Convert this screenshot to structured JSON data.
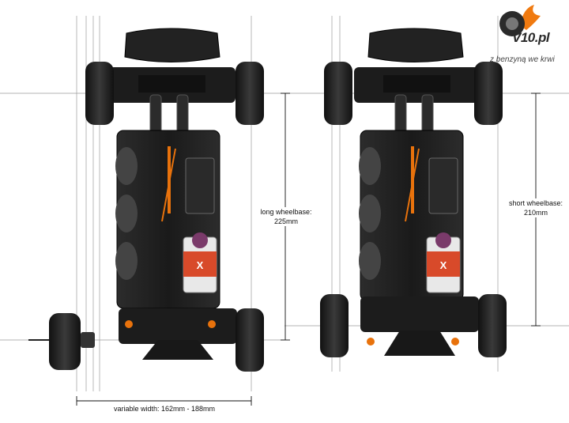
{
  "labels": {
    "long_wheelbase_line1": "long wheelbase:",
    "long_wheelbase_line2": "225mm",
    "short_wheelbase_line1": "short wheelbase:",
    "short_wheelbase_line2": "210mm",
    "variable_width": "variable width: 162mm - 188mm"
  },
  "logo": {
    "name": "V10.pl",
    "tagline": "z benzyną we krwi"
  },
  "colors": {
    "accent_orange": "#e8720c",
    "chassis": "#1e1e1e",
    "tire": "#262626",
    "logo_flame": "#f07a10"
  }
}
